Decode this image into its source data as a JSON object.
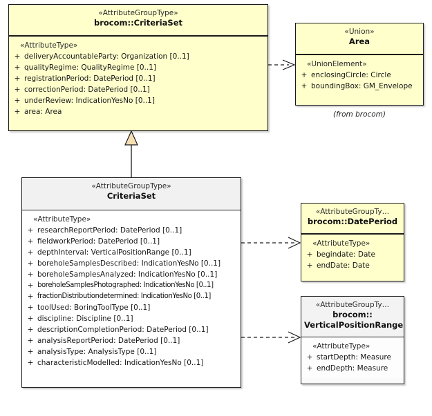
{
  "diagram": {
    "type": "uml-class-diagram",
    "title": "brocom::CriteriaSet class diagram",
    "background": "#ffffff",
    "colors": {
      "class_fill_yellow": "#ffffcc",
      "class_fill_white": "#ffffff",
      "class_head_grey": "#f1f1f1",
      "border": "#1a1a1a",
      "generalization_triangle_fill": "#f5deb3"
    }
  },
  "classes": {
    "brocom_criteriaset": {
      "stereotype": "«AttributeGroupType»",
      "name": "brocom::CriteriaSet",
      "group_stereotype": "«AttributeType»",
      "attributes": [
        {
          "visibility": "+",
          "signature": "deliveryAccountableParty: Organization [0..1]"
        },
        {
          "visibility": "+",
          "signature": "qualityRegime: QualityRegime [0..1]"
        },
        {
          "visibility": "+",
          "signature": "registrationPeriod: DatePeriod [0..1]"
        },
        {
          "visibility": "+",
          "signature": "correctionPeriod: DatePeriod [0..1]"
        },
        {
          "visibility": "+",
          "signature": "underReview: IndicationYesNo [0..1]"
        },
        {
          "visibility": "+",
          "signature": "area: Area"
        }
      ]
    },
    "area": {
      "stereotype": "«Union»",
      "name": "Area",
      "group_stereotype": "«UnionElement»",
      "attributes": [
        {
          "visibility": "+",
          "signature": "enclosingCircle: Circle"
        },
        {
          "visibility": "+",
          "signature": "boundingBox: GM_Envelope"
        }
      ],
      "note": "(from brocom)"
    },
    "criteriaset": {
      "stereotype": "«AttributeGroupType»",
      "name": "CriteriaSet",
      "group_stereotype": "«AttributeType»",
      "attributes": [
        {
          "visibility": "+",
          "signature": "researchReportPeriod: DatePeriod [0..1]"
        },
        {
          "visibility": "+",
          "signature": "fieldworkPeriod: DatePeriod [0..1]"
        },
        {
          "visibility": "+",
          "signature": "depthInterval: VerticalPositionRange [0..1]"
        },
        {
          "visibility": "+",
          "signature": "boreholeSamplesDescribed: IndicationYesNo [0..1]"
        },
        {
          "visibility": "+",
          "signature": "boreholeSamplesAnalyzed: IndicationYesNo [0..1]"
        },
        {
          "visibility": "+",
          "signature": "boreholeSamplesPhotographed: IndicationYesNo [0..1]"
        },
        {
          "visibility": "+",
          "signature": "fractionDistributiondetermined: IndicationYesNo [0..1]"
        },
        {
          "visibility": "+",
          "signature": "toolUsed: BoringToolType [0..1]"
        },
        {
          "visibility": "+",
          "signature": "discipline: Discipline [0..1]"
        },
        {
          "visibility": "+",
          "signature": "descriptionCompletionPeriod: DatePeriod [0..1]"
        },
        {
          "visibility": "+",
          "signature": "analysisReportPeriod: DatePeriod [0..1]"
        },
        {
          "visibility": "+",
          "signature": "analysisType: AnalysisType [0..1]"
        },
        {
          "visibility": "+",
          "signature": "characteristicModelled: IndicationYesNo [0..1]"
        }
      ]
    },
    "dateperiod": {
      "stereotype": "«AttributeGroupTy…",
      "name": "brocom::DatePeriod",
      "group_stereotype": "«AttributeType»",
      "attributes": [
        {
          "visibility": "+",
          "signature": "begindate: Date"
        },
        {
          "visibility": "+",
          "signature": "endDate: Date"
        }
      ]
    },
    "verticalpositionrange": {
      "stereotype": "«AttributeGroupTy…",
      "name_line1": "brocom::",
      "name_line2": "VerticalPositionRange",
      "group_stereotype": "«AttributeType»",
      "attributes": [
        {
          "visibility": "+",
          "signature": "startDepth: Measure"
        },
        {
          "visibility": "+",
          "signature": "endDepth: Measure"
        }
      ]
    }
  },
  "relationships": [
    {
      "kind": "dependency",
      "from": "brocom_criteriaset",
      "to": "area",
      "style": "dashed-open-arrow"
    },
    {
      "kind": "generalization",
      "from": "criteriaset",
      "to": "brocom_criteriaset",
      "style": "solid-hollow-triangle"
    },
    {
      "kind": "dependency",
      "from": "criteriaset",
      "to": "dateperiod",
      "style": "dashed-open-arrow"
    },
    {
      "kind": "dependency",
      "from": "criteriaset",
      "to": "verticalpositionrange",
      "style": "dashed-open-arrow"
    }
  ]
}
